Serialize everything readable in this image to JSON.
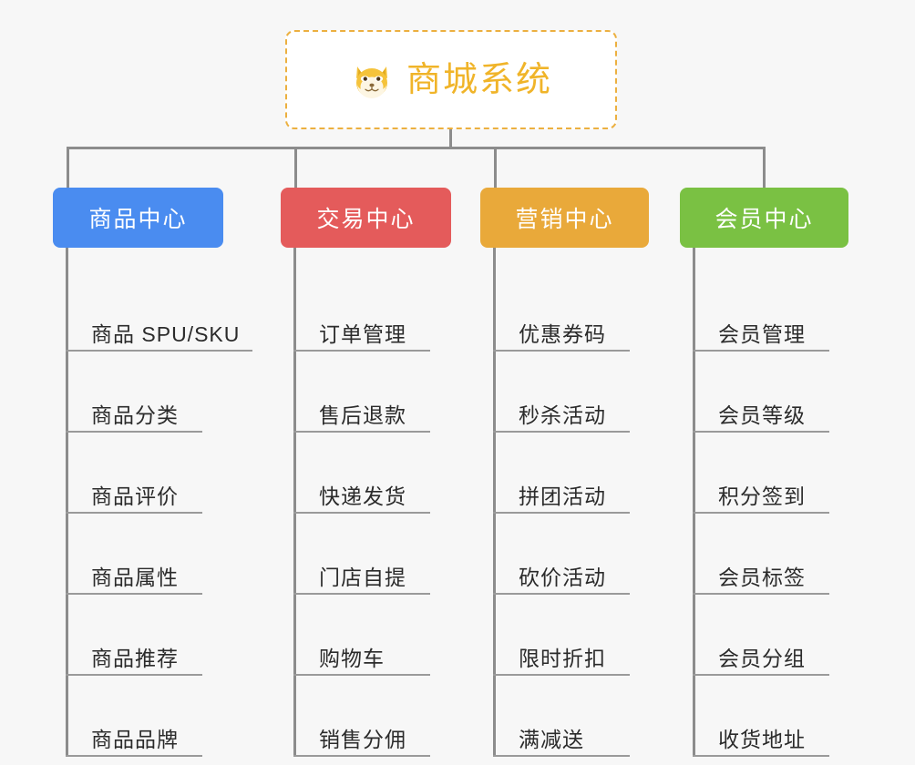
{
  "page": {
    "background_color": "#f7f7f7",
    "type": "mindmap"
  },
  "root": {
    "title": "商城系统",
    "icon": "shiba-dog-face-emoji",
    "border_color": "#ecb040",
    "text_color": "#f0b429",
    "background_color": "#ffffff"
  },
  "connector": {
    "color": "#8c8c8c"
  },
  "columns": [
    {
      "title": "商品中心",
      "color": "#4a8cf0",
      "items": [
        "商品 SPU/SKU",
        "商品分类",
        "商品评价",
        "商品属性",
        "商品推荐",
        "商品品牌"
      ]
    },
    {
      "title": "交易中心",
      "color": "#e45b5b",
      "items": [
        "订单管理",
        "售后退款",
        "快递发货",
        "门店自提",
        "购物车",
        "销售分佣"
      ]
    },
    {
      "title": "营销中心",
      "color": "#e9a93a",
      "items": [
        "优惠券码",
        "秒杀活动",
        "拼团活动",
        "砍价活动",
        "限时折扣",
        "满减送"
      ]
    },
    {
      "title": "会员中心",
      "color": "#7ac143",
      "items": [
        "会员管理",
        "会员等级",
        "积分签到",
        "会员标签",
        "会员分组",
        "收货地址"
      ]
    }
  ]
}
